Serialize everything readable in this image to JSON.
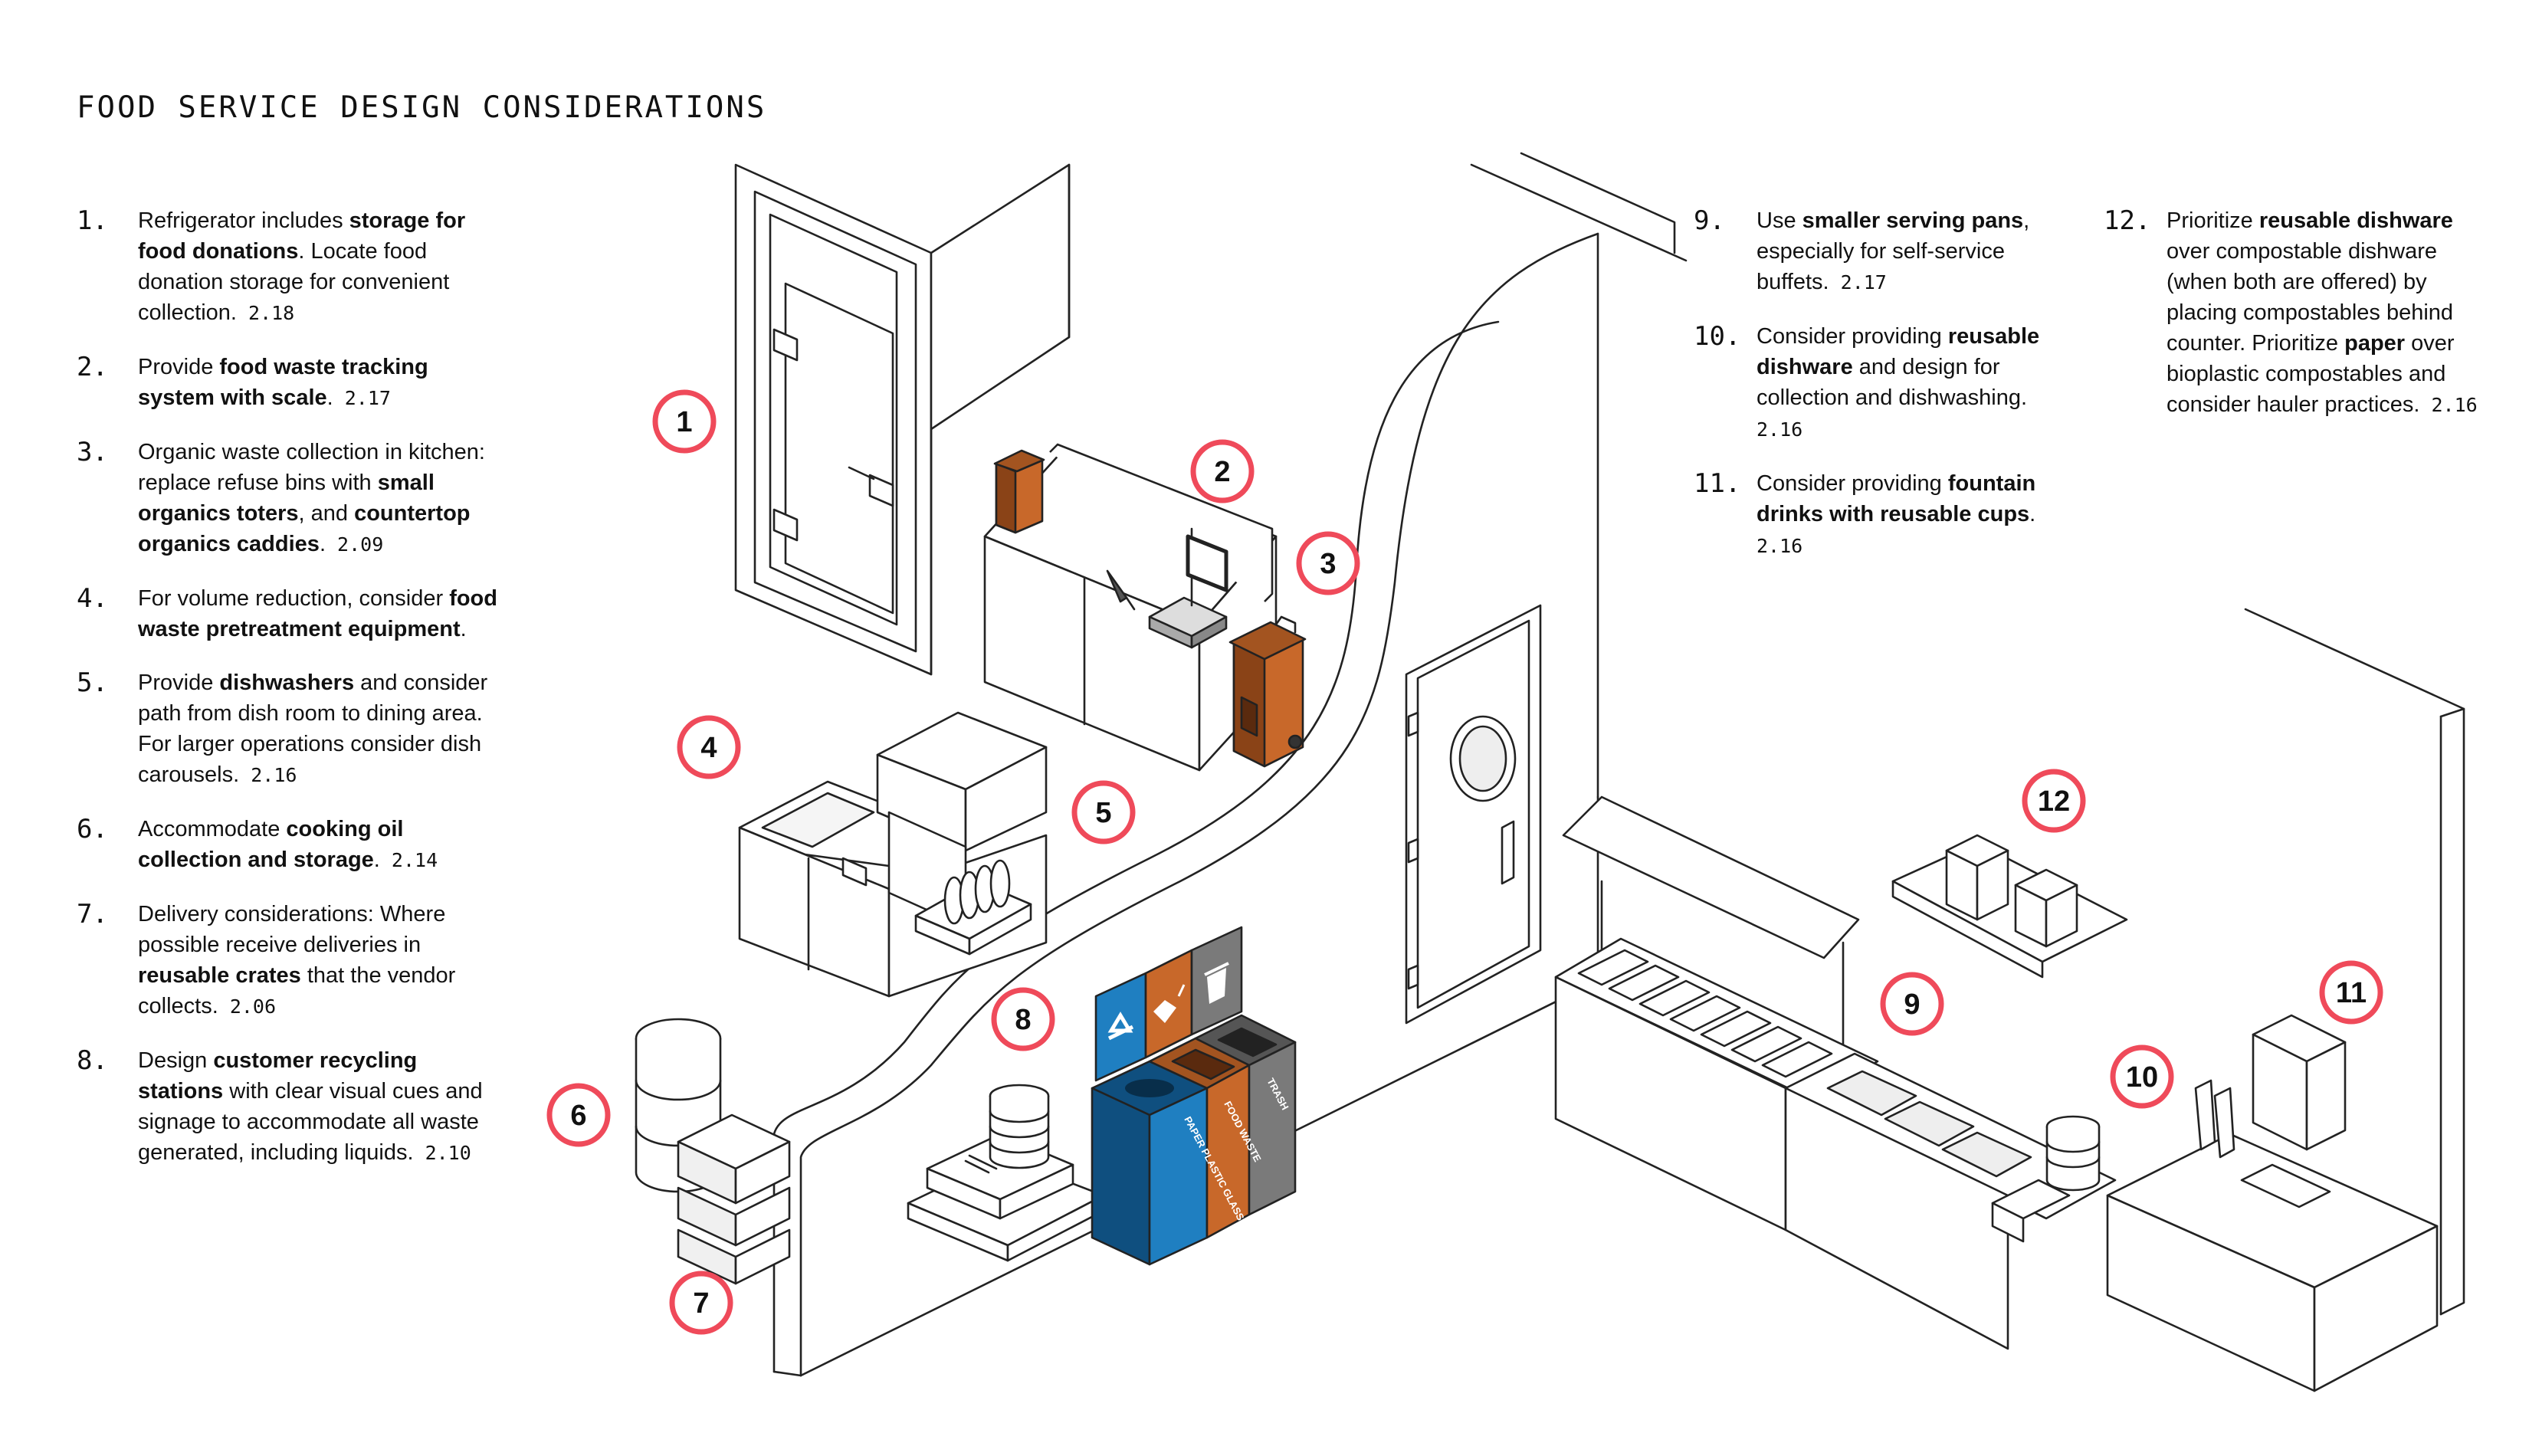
{
  "title": "FOOD SERVICE DESIGN CONSIDERATIONS",
  "items": [
    {
      "num": "1.",
      "parts": [
        [
          "Refrigerator includes ",
          false
        ],
        [
          "storage for food donations",
          true
        ],
        [
          ". Locate food donation storage for convenient collection.",
          false
        ]
      ],
      "ref": "2.18"
    },
    {
      "num": "2.",
      "parts": [
        [
          "Provide ",
          false
        ],
        [
          "food waste tracking system with scale",
          true
        ],
        [
          ".",
          false
        ]
      ],
      "ref": "2.17"
    },
    {
      "num": "3.",
      "parts": [
        [
          "Organic waste collection in kitchen: replace refuse bins with ",
          false
        ],
        [
          "small organics toters",
          true
        ],
        [
          ", and ",
          false
        ],
        [
          "countertop organics caddies",
          true
        ],
        [
          ".",
          false
        ]
      ],
      "ref": "2.09"
    },
    {
      "num": "4.",
      "parts": [
        [
          "For volume reduction, consider ",
          false
        ],
        [
          "food waste pretreatment equipment",
          true
        ],
        [
          ".",
          false
        ]
      ],
      "ref": ""
    },
    {
      "num": "5.",
      "parts": [
        [
          "Provide ",
          false
        ],
        [
          "dishwashers",
          true
        ],
        [
          " and consider path from dish room to dining area. For larger operations consider dish carousels.",
          false
        ]
      ],
      "ref": "2.16"
    },
    {
      "num": "6.",
      "parts": [
        [
          "Accommodate ",
          false
        ],
        [
          "cooking oil collection and storage",
          true
        ],
        [
          ".",
          false
        ]
      ],
      "ref": "2.14"
    },
    {
      "num": "7.",
      "parts": [
        [
          "Delivery considerations: Where possible receive deliveries in ",
          false
        ],
        [
          "reusable crates",
          true
        ],
        [
          " that the vendor collects.",
          false
        ]
      ],
      "ref": "2.06"
    },
    {
      "num": "8.",
      "parts": [
        [
          "Design ",
          false
        ],
        [
          "customer recycling stations",
          true
        ],
        [
          " with clear visual cues and signage to accommodate all waste generated, including liquids.",
          false
        ]
      ],
      "ref": "2.10"
    },
    {
      "num": "9.",
      "parts": [
        [
          "Use ",
          false
        ],
        [
          "smaller serving pans",
          true
        ],
        [
          ", especially for self-service buffets.",
          false
        ]
      ],
      "ref": "2.17"
    },
    {
      "num": "10.",
      "parts": [
        [
          "Consider providing ",
          false
        ],
        [
          "reusable dishware",
          true
        ],
        [
          " and design for collection and dishwashing.",
          false
        ]
      ],
      "ref": "2.16"
    },
    {
      "num": "11.",
      "parts": [
        [
          "Consider providing ",
          false
        ],
        [
          "fountain drinks with reusable cups",
          true
        ],
        [
          ".",
          false
        ]
      ],
      "ref": "2.16"
    },
    {
      "num": "12.",
      "parts": [
        [
          "Prioritize ",
          false
        ],
        [
          "reusable dishware",
          true
        ],
        [
          " over compostable dishware (when both are offered) by placing compostables behind counter. Prioritize ",
          false
        ],
        [
          "paper",
          true
        ],
        [
          " over bioplastic compostables and consider hauler practices.",
          false
        ]
      ],
      "ref": "2.16"
    }
  ],
  "badges": [
    "1",
    "2",
    "3",
    "4",
    "5",
    "6",
    "7",
    "8",
    "9",
    "10",
    "11",
    "12"
  ],
  "bin_labels": {
    "recycling": "PAPER PLASTIC GLASS",
    "food": "FOOD WASTE",
    "trash": "TRASH"
  },
  "colors": {
    "badge_ring": "#ef4a5a",
    "recycling_blue": "#1f7fc1",
    "recycling_dark": "#0f4f7f",
    "organics_orange": "#c8682a",
    "organics_dark": "#8a4317",
    "trash_gray": "#7a7a7a",
    "trash_dark": "#555555"
  },
  "icons": [
    "recycling-icon",
    "food-waste-icon",
    "trash-can-icon"
  ]
}
